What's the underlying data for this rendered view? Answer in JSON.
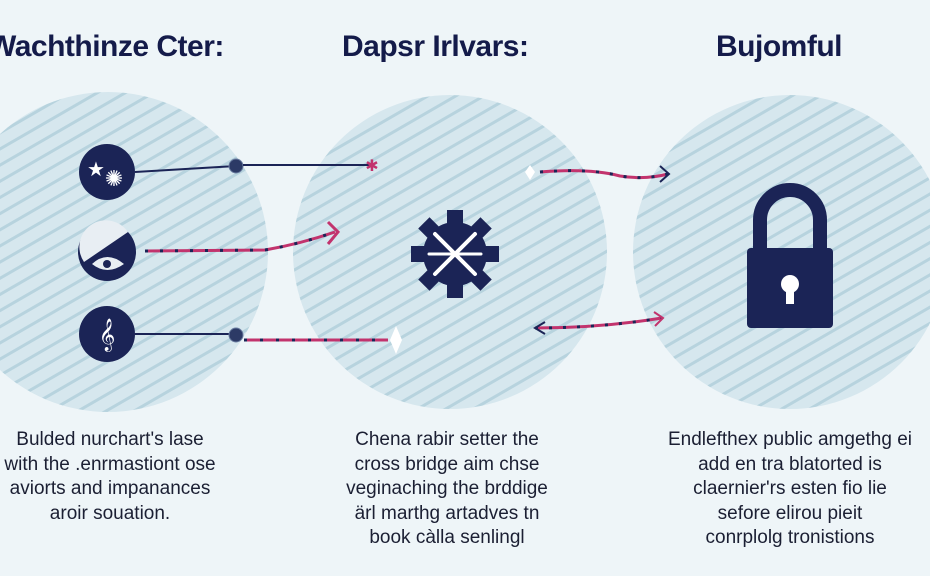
{
  "columns": [
    {
      "title": "Wachthinze Cter:",
      "icons": [
        "star-gear-icon",
        "eye-icon",
        "treble-clef-icon"
      ],
      "lines": [
        "Bulded nurchart's lase",
        "with the .enrmastiont ose",
        "aviorts and impanances",
        "aroir souation."
      ]
    },
    {
      "title": "Dapsr Irlvars:",
      "icons": [
        "gear-tools-icon"
      ],
      "lines": [
        "Chena rabir setter the",
        "cross bridge aim chse",
        "veginaching the brddige",
        "ärl marthg artadves tn",
        "book càlla senlingl"
      ]
    },
    {
      "title": "Bujomful",
      "icons": [
        "padlock-icon"
      ],
      "lines": [
        "Endlefthex public amgethg ei",
        "add en tra blatorted is",
        "claernier'rs esten fio lie",
        "sefore elirou pieit",
        "conrplolg tronistions"
      ]
    }
  ],
  "colors": {
    "background": "#eef5f8",
    "circle": "#d3e5ec",
    "navy": "#1b2456",
    "pink": "#c2336d"
  }
}
